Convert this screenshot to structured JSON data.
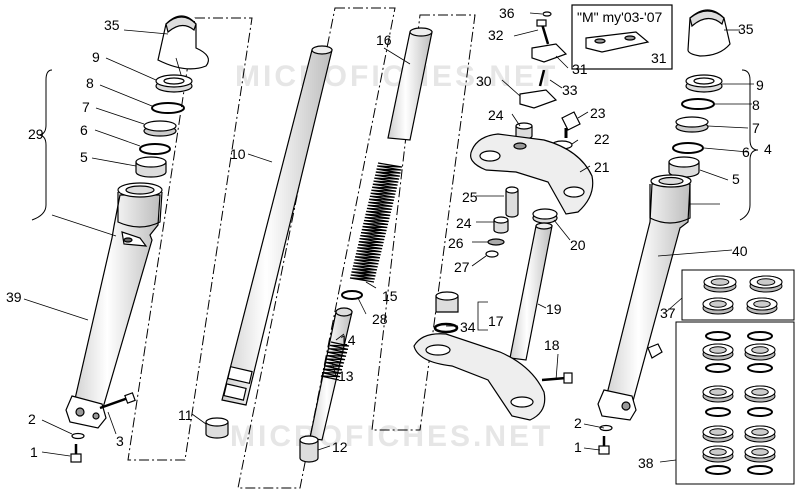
{
  "watermark": "MICROFICHES.NET",
  "inset": {
    "title": "\"M\" my'03-'07",
    "number": "31"
  },
  "callouts": [
    {
      "id": "c35a",
      "text": "35"
    },
    {
      "id": "c9a",
      "text": "9"
    },
    {
      "id": "c8a",
      "text": "8"
    },
    {
      "id": "c29",
      "text": "29"
    },
    {
      "id": "c7a",
      "text": "7"
    },
    {
      "id": "c6a",
      "text": "6"
    },
    {
      "id": "c5a",
      "text": "5"
    },
    {
      "id": "c39",
      "text": "39"
    },
    {
      "id": "c2a",
      "text": "2"
    },
    {
      "id": "c3",
      "text": "3"
    },
    {
      "id": "c1a",
      "text": "1"
    },
    {
      "id": "c10",
      "text": "10"
    },
    {
      "id": "c11",
      "text": "11"
    },
    {
      "id": "c16",
      "text": "16"
    },
    {
      "id": "c15",
      "text": "15"
    },
    {
      "id": "c28",
      "text": "28"
    },
    {
      "id": "c14",
      "text": "14"
    },
    {
      "id": "c13",
      "text": "13"
    },
    {
      "id": "c12",
      "text": "12"
    },
    {
      "id": "c36",
      "text": "36"
    },
    {
      "id": "c32",
      "text": "32"
    },
    {
      "id": "c31",
      "text": "31"
    },
    {
      "id": "c30",
      "text": "30"
    },
    {
      "id": "c33",
      "text": "33"
    },
    {
      "id": "c24a",
      "text": "24"
    },
    {
      "id": "c23",
      "text": "23"
    },
    {
      "id": "c22",
      "text": "22"
    },
    {
      "id": "c21",
      "text": "21"
    },
    {
      "id": "c25",
      "text": "25"
    },
    {
      "id": "c24b",
      "text": "24"
    },
    {
      "id": "c20",
      "text": "20"
    },
    {
      "id": "c26",
      "text": "26"
    },
    {
      "id": "c27",
      "text": "27"
    },
    {
      "id": "c19",
      "text": "19"
    },
    {
      "id": "c17",
      "text": "17"
    },
    {
      "id": "c34",
      "text": "34"
    },
    {
      "id": "c18",
      "text": "18"
    },
    {
      "id": "c35b",
      "text": "35"
    },
    {
      "id": "c9b",
      "text": "9"
    },
    {
      "id": "c8b",
      "text": "8"
    },
    {
      "id": "c7b",
      "text": "7"
    },
    {
      "id": "c6b",
      "text": "6"
    },
    {
      "id": "c4",
      "text": "4"
    },
    {
      "id": "c5b",
      "text": "5"
    },
    {
      "id": "c40",
      "text": "40"
    },
    {
      "id": "c37",
      "text": "37"
    },
    {
      "id": "c2b",
      "text": "2"
    },
    {
      "id": "c1b",
      "text": "1"
    },
    {
      "id": "c38",
      "text": "38"
    }
  ],
  "colors": {
    "line": "#000000",
    "fill": "#ffffff",
    "shade": "#d9d9d9",
    "watermark": "#e6e6e6"
  }
}
